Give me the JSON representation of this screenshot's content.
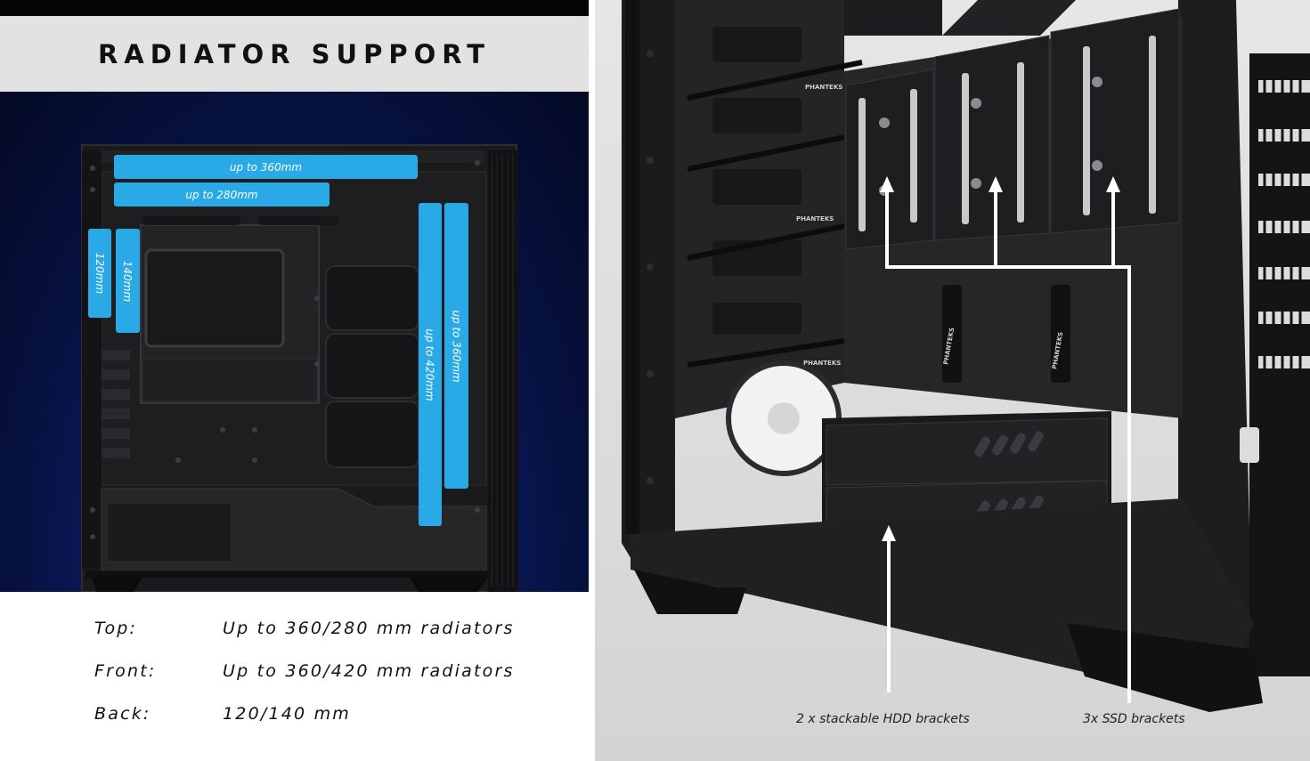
{
  "header": {
    "title": "RADIATOR SUPPORT"
  },
  "diagram": {
    "top_bars": [
      {
        "label": "up to 360mm"
      },
      {
        "label": "up to 280mm"
      }
    ],
    "front_bars": [
      {
        "label": "up to 420mm"
      },
      {
        "label": "up to 360mm"
      }
    ],
    "back_bars": [
      {
        "label": "120mm"
      },
      {
        "label": "140mm"
      }
    ],
    "bar_color": "#29a9e6"
  },
  "specs": [
    {
      "label": "Top:",
      "value": "Up to 360/280 mm radiators"
    },
    {
      "label": "Front:",
      "value": "Up to 360/420 mm radiators"
    },
    {
      "label": "Back:",
      "value": "120/140 mm"
    }
  ],
  "photo": {
    "callouts": [
      {
        "label": "2 x stackable HDD brackets"
      },
      {
        "label": "3x SSD brackets"
      }
    ],
    "brand_marks": [
      "PHANTEKS",
      "PHANTEKS",
      "PHANTEKS",
      "PHANTEKS",
      "PHANTEKS"
    ]
  }
}
